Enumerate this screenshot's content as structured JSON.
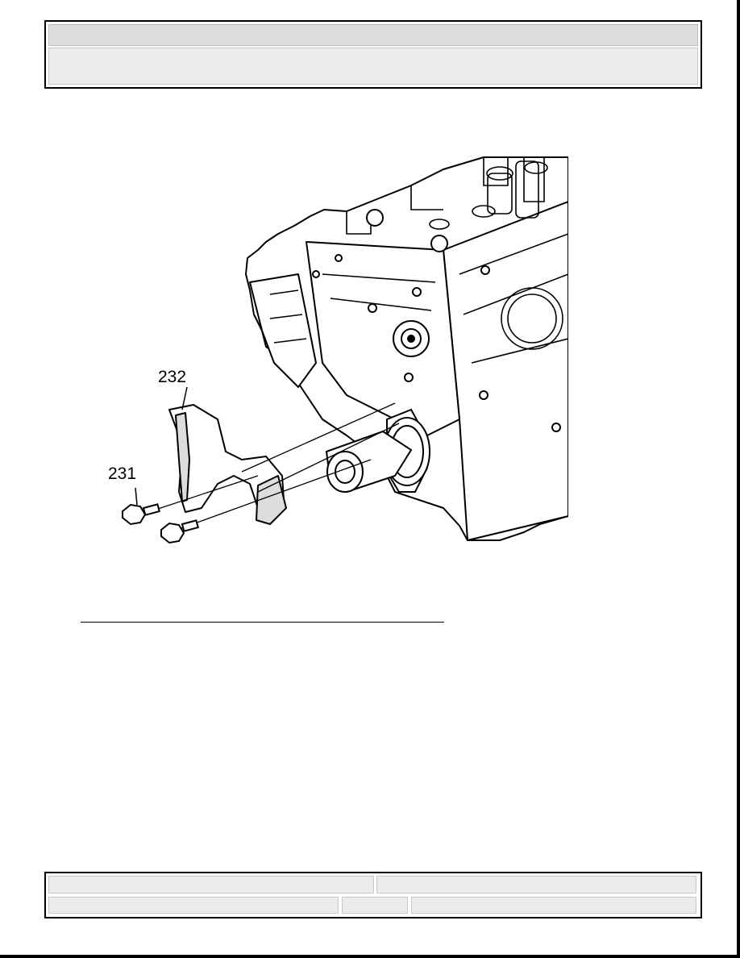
{
  "figure": {
    "callouts": {
      "c232": "232",
      "c231": "231"
    }
  },
  "icons": [
    "engine-block-illustration",
    "timing-chain-guide-illustration",
    "bolt-illustration"
  ]
}
